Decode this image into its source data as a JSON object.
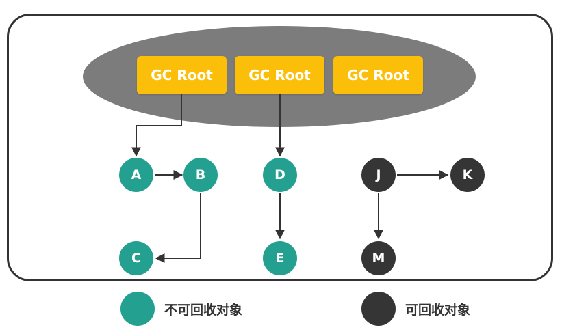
{
  "diagram": {
    "gc_roots": [
      {
        "id": "root1",
        "label": "GC Root"
      },
      {
        "id": "root2",
        "label": "GC Root"
      },
      {
        "id": "root3",
        "label": "GC Root"
      }
    ],
    "nodes": [
      {
        "id": "A",
        "label": "A",
        "kind": "reachable"
      },
      {
        "id": "B",
        "label": "B",
        "kind": "reachable"
      },
      {
        "id": "C",
        "label": "C",
        "kind": "reachable"
      },
      {
        "id": "D",
        "label": "D",
        "kind": "reachable"
      },
      {
        "id": "E",
        "label": "E",
        "kind": "reachable"
      },
      {
        "id": "J",
        "label": "J",
        "kind": "collectable"
      },
      {
        "id": "K",
        "label": "K",
        "kind": "collectable"
      },
      {
        "id": "M",
        "label": "M",
        "kind": "collectable"
      }
    ],
    "edges": [
      {
        "from": "root1",
        "to": "A"
      },
      {
        "from": "A",
        "to": "B"
      },
      {
        "from": "B",
        "to": "C"
      },
      {
        "from": "root2",
        "to": "D"
      },
      {
        "from": "D",
        "to": "E"
      },
      {
        "from": "J",
        "to": "K"
      },
      {
        "from": "J",
        "to": "M"
      }
    ]
  },
  "legend": {
    "reachable_label": "不可回收对象",
    "collectable_label": "可回收对象"
  },
  "colors": {
    "reachable": "#24a091",
    "collectable": "#353535",
    "root_box": "#fbbf0a",
    "root_ellipse": "#7c7c7c",
    "edge": "#333333"
  }
}
